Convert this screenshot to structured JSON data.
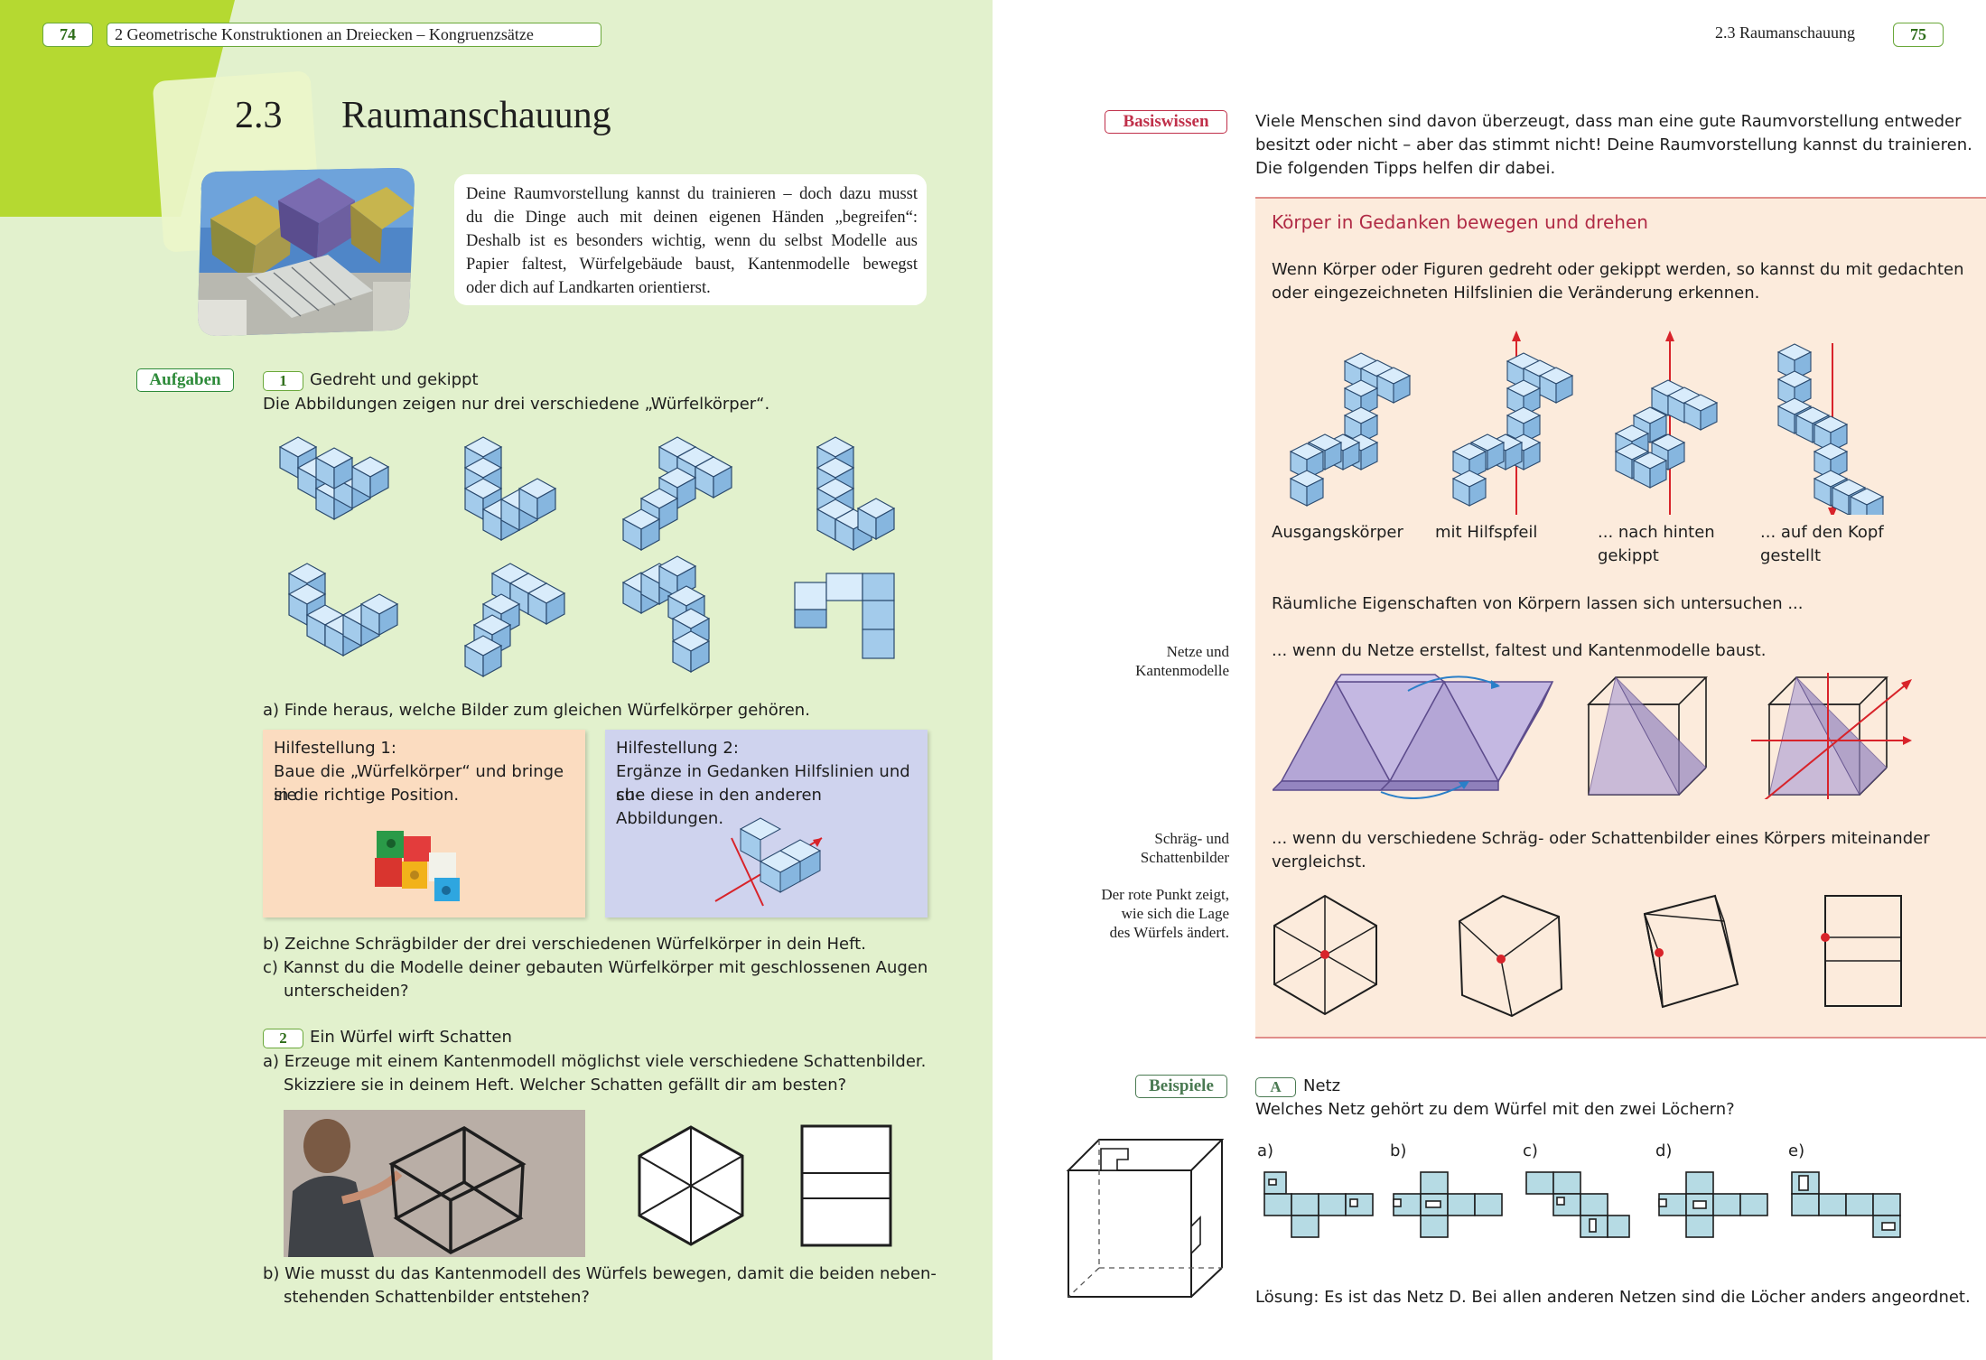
{
  "left": {
    "page_number": "74",
    "running_head": "2  Geometrische Konstruktionen an Dreiecken – Kongruenzsätze",
    "section_number": "2.3",
    "section_title": "Raumanschauung",
    "intro": [
      "Deine Raumvorstellung kannst du trainieren – doch dazu musst",
      "du die Dinge auch mit deinen eigenen Händen „begreifen“:",
      "Deshalb ist es besonders wichtig, wenn du selbst Modelle aus",
      "Papier faltest, Würfelgebäude baust, Kantenmodelle bewegst",
      "oder dich auf Landkarten orientierst."
    ],
    "aufgaben_label": "Aufgaben",
    "task1": {
      "number": "1",
      "title": "Gedreht und gekippt",
      "text": "Die Abbildungen zeigen nur drei verschiedene „Würfelkörper“.",
      "a": "a) Finde heraus, welche Bilder zum gleichen Würfelkörper gehören.",
      "hint1": [
        "Hilfestellung 1:",
        "Baue die „Würfelkörper“ und bringe sie",
        "in die richtige Position."
      ],
      "hint2": [
        "Hilfestellung 2:",
        "Ergänze in Gedanken Hilfslinien und su-",
        "che diese in den anderen Abbildungen."
      ],
      "b": "b) Zeichne Schrägbilder der drei verschiedenen Würfelkörper in dein Heft.",
      "c1": "c) Kannst du die Modelle deiner gebauten Würfelkörper mit geschlossenen Augen",
      "c2": "unterscheiden?"
    },
    "task2": {
      "number": "2",
      "title": "Ein Würfel wirft Schatten",
      "a1": "a) Erzeuge mit einem Kantenmodell möglichst viele verschiedene Schattenbilder.",
      "a2": "Skizziere sie in deinem Heft. Welcher Schatten gefällt dir am besten?",
      "b1": "b) Wie musst du das Kantenmodell des Würfels bewegen, damit die beiden neben-",
      "b2": "stehenden Schattenbilder entstehen?"
    }
  },
  "right": {
    "page_number": "75",
    "running_head": "2.3  Raumanschauung",
    "basiswissen_label": "Basiswissen",
    "basis_text": [
      "Viele Menschen sind davon überzeugt, dass man eine gute Raumvorstellung entweder",
      "besitzt oder nicht – aber das stimmt nicht! Deine Raumvorstellung kannst du trainieren.",
      "Die folgenden Tipps helfen dir dabei."
    ],
    "box_title": "Körper in Gedanken bewegen und drehen",
    "box_text": [
      "Wenn Körper oder Figuren gedreht oder gekippt werden, so kannst du mit gedachten",
      "oder eingezeichneten Hilfslinien die Veränderung erkennen."
    ],
    "captions": [
      [
        "Ausgangskörper"
      ],
      [
        "mit Hilfspfeil"
      ],
      [
        "... nach hinten",
        "gekippt"
      ],
      [
        "... auf den Kopf",
        "gestellt"
      ]
    ],
    "properties_text": "Räumliche Eigenschaften von Körpern lassen sich untersuchen ...",
    "netze_side": [
      "Netze und",
      "Kantenmodelle"
    ],
    "netze_text": "... wenn du Netze erstellst, faltest und Kantenmodelle baust.",
    "schraeg_side": [
      "Schräg- und",
      "Schattenbilder"
    ],
    "roter_punkt": [
      "Der rote Punkt zeigt,",
      "wie sich die Lage",
      "des Würfels ändert."
    ],
    "schraeg_text": [
      "... wenn du verschiedene Schräg- oder Schattenbilder eines Körpers miteinander",
      "vergleichst."
    ],
    "beispiele_label": "Beispiele",
    "example": {
      "letter": "A",
      "title": "Netz",
      "question": "Welches Netz gehört zu dem Würfel mit den zwei Löchern?",
      "options": [
        "a)",
        "b)",
        "c)",
        "d)",
        "e)"
      ],
      "solution": "Lösung: Es ist das Netz D. Bei allen anderen Netzen sind die Löcher anders angeordnet."
    }
  },
  "colors": {
    "left_bg": "#e2f1cd",
    "lime": "#b5d931",
    "green_accent": "#2e8b3a",
    "basis_red": "#c0304a",
    "box_bg": "#fcebdc",
    "cube_blue": "#a9d1ef",
    "violet": "#b4a6d6",
    "hint1_bg": "#fbdcc0",
    "hint2_bg": "#cfd3ee",
    "arrow_red": "#d8232a"
  }
}
